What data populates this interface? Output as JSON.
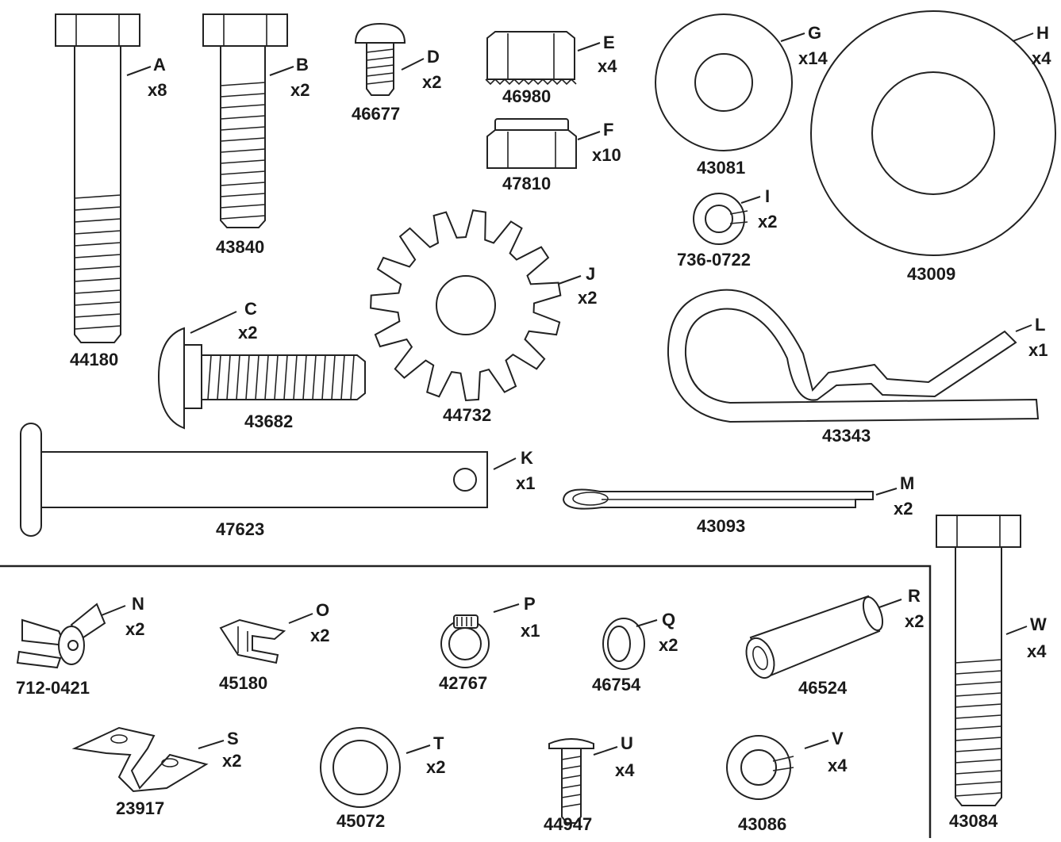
{
  "parts": [
    {
      "letter": "A",
      "qty": "x8",
      "part": "44180"
    },
    {
      "letter": "B",
      "qty": "x2",
      "part": "43840"
    },
    {
      "letter": "C",
      "qty": "x2",
      "part": "43682"
    },
    {
      "letter": "D",
      "qty": "x2",
      "part": "46677"
    },
    {
      "letter": "E",
      "qty": "x4",
      "part": "46980"
    },
    {
      "letter": "F",
      "qty": "x10",
      "part": "47810"
    },
    {
      "letter": "G",
      "qty": "x14",
      "part": "43081"
    },
    {
      "letter": "H",
      "qty": "x4",
      "part": "43009"
    },
    {
      "letter": "I",
      "qty": "x2",
      "part": "736-0722"
    },
    {
      "letter": "J",
      "qty": "x2",
      "part": "44732"
    },
    {
      "letter": "K",
      "qty": "x1",
      "part": "47623"
    },
    {
      "letter": "L",
      "qty": "x1",
      "part": "43343"
    },
    {
      "letter": "M",
      "qty": "x2",
      "part": "43093"
    },
    {
      "letter": "N",
      "qty": "x2",
      "part": "712-0421"
    },
    {
      "letter": "O",
      "qty": "x2",
      "part": "45180"
    },
    {
      "letter": "P",
      "qty": "x1",
      "part": "42767"
    },
    {
      "letter": "Q",
      "qty": "x2",
      "part": "46754"
    },
    {
      "letter": "R",
      "qty": "x2",
      "part": "46524"
    },
    {
      "letter": "S",
      "qty": "x2",
      "part": "23917"
    },
    {
      "letter": "T",
      "qty": "x2",
      "part": "45072"
    },
    {
      "letter": "U",
      "qty": "x4",
      "part": "44947"
    },
    {
      "letter": "V",
      "qty": "x4",
      "part": "43086"
    },
    {
      "letter": "W",
      "qty": "x4",
      "part": "43084"
    }
  ]
}
